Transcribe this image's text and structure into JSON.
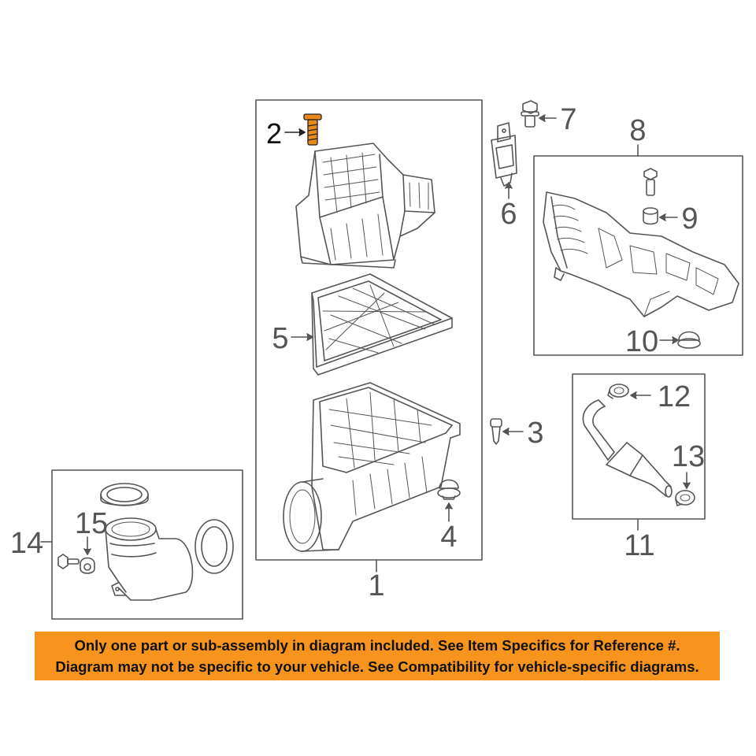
{
  "diagram": {
    "callouts": {
      "c1": "1",
      "c2": "2",
      "c3": "3",
      "c4": "4",
      "c5": "5",
      "c6": "6",
      "c7": "7",
      "c8": "8",
      "c9": "9",
      "c10": "10",
      "c11": "11",
      "c12": "12",
      "c13": "13",
      "c14": "14",
      "c15": "15"
    },
    "highlighted_part": "2"
  },
  "banner": {
    "line1": "Only one part or sub-assembly in diagram included. See Item Specifics for Reference #.",
    "line2": "Diagram may not be specific to your vehicle. See Compatibility for vehicle-specific diagrams."
  },
  "colors": {
    "line": "#555555",
    "highlight": "#e8891a",
    "banner": "#f7941d"
  }
}
